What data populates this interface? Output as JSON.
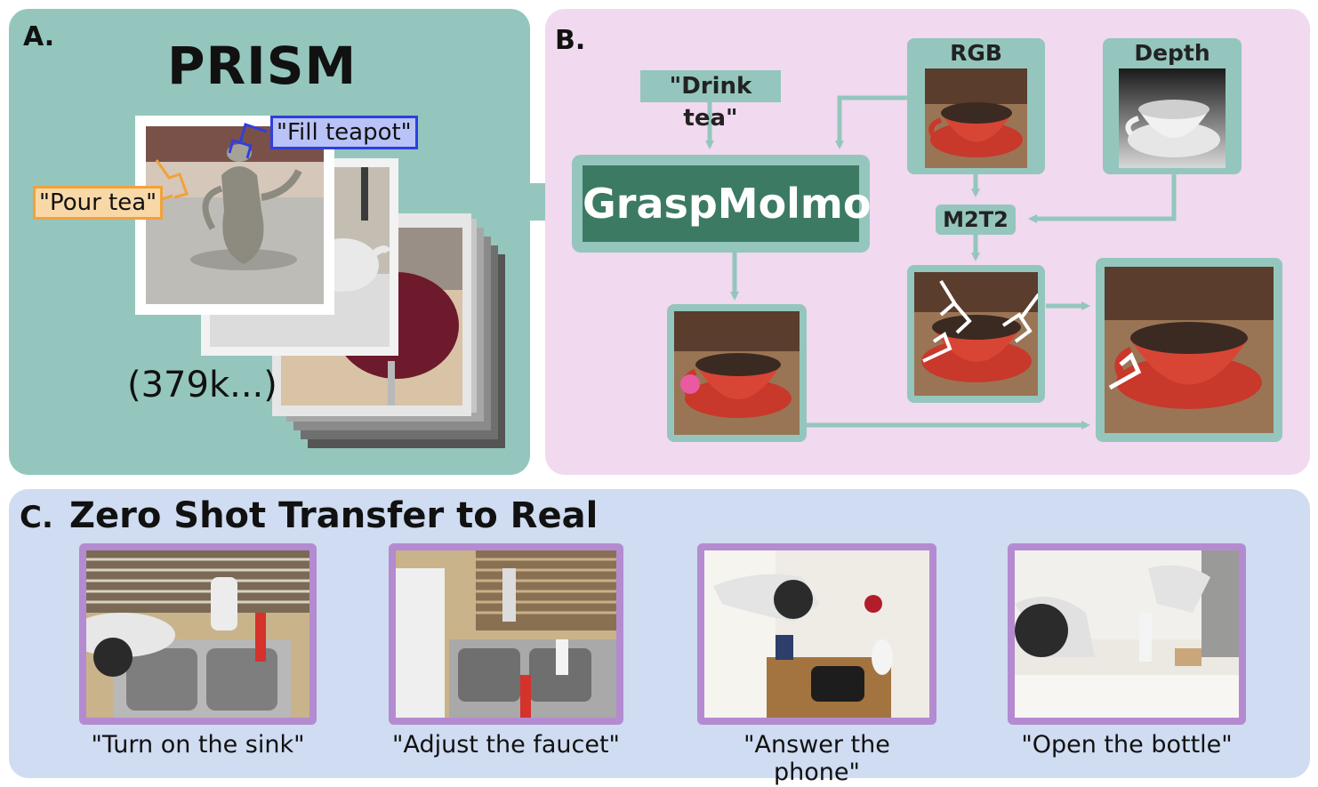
{
  "panel_a": {
    "letter": "A.",
    "title": "PRISM",
    "labels": {
      "fill_teapot": "\"Fill teapot\"",
      "pour_tea": "\"Pour tea\""
    },
    "count": "(379k...)"
  },
  "panel_b": {
    "letter": "B.",
    "instruction": "\"Drink tea\"",
    "model": "GraspMolmo",
    "rgb_label": "RGB",
    "depth_label": "Depth",
    "grasp_generator": "M2T2"
  },
  "panel_c": {
    "letter": "C.",
    "title": "Zero Shot Transfer to Real",
    "captions": [
      "\"Turn on the sink\"",
      "\"Adjust the faucet\"",
      "\"Answer the phone\"",
      "\"Open the bottle\""
    ]
  },
  "colors": {
    "teal": "#94c6bd",
    "dark_green": "#3c7a63",
    "pink": "#f1d9ef",
    "blue_bg": "#cfdcf1",
    "purple_frame": "#b48bd0",
    "blue_label": "#2f3fe0",
    "orange_label": "#f2a13a"
  }
}
